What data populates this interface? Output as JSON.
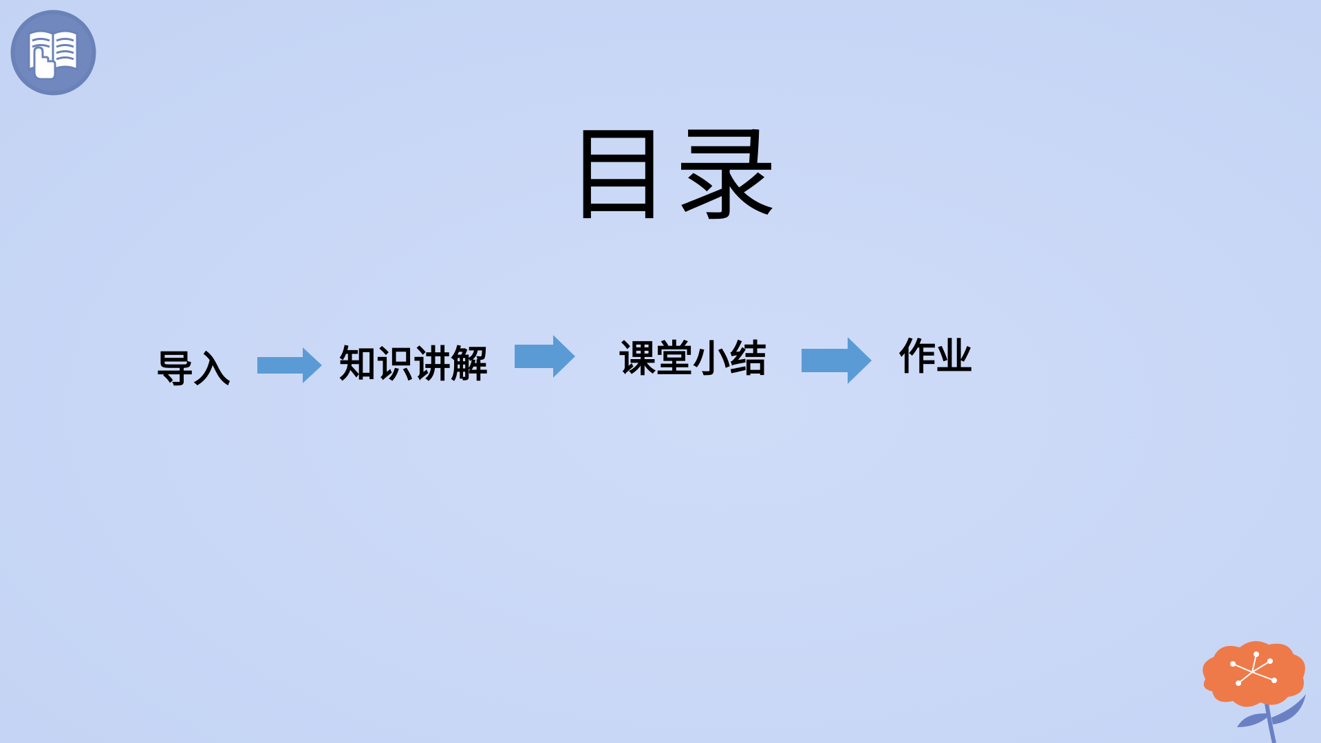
{
  "slide": {
    "title": "目录",
    "steps": [
      {
        "label": "导入"
      },
      {
        "label": "知识讲解"
      },
      {
        "label": "课堂小结"
      },
      {
        "label": "作业"
      }
    ]
  },
  "icons": {
    "logo": "open-book-hand-icon",
    "arrow": "right-arrow-icon",
    "flower": "flower-decoration-icon"
  },
  "colors": {
    "background": "#cad9f7",
    "logo_circle": "#6a82b8",
    "arrow": "#5b9bd5",
    "flower": "#ee7a4a",
    "stem": "#6b80c4"
  }
}
